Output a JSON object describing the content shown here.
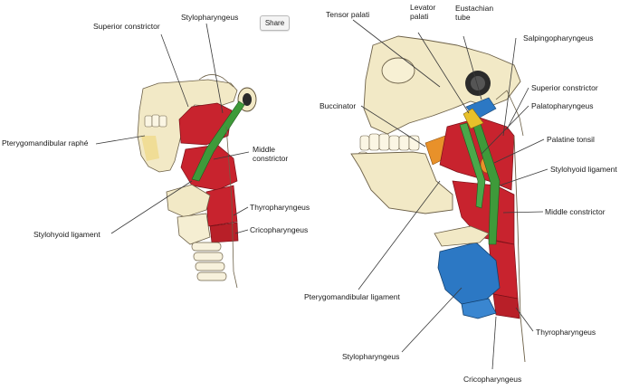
{
  "share_button": {
    "label": "Share"
  },
  "left_figure": {
    "labels": {
      "superior_constrictor": "Superior constrictor",
      "stylopharyngeus": "Stylopharyngeus",
      "pterygomandibular_raphe": "Pterygomandibular raphé",
      "middle_constrictor_line1": "Middle",
      "middle_constrictor_line2": "constrictor",
      "stylohyoid_ligament": "Stylohyoid ligament",
      "thyropharyngeus": "Thyropharyngeus",
      "cricopharyngeus": "Cricopharyngeus"
    }
  },
  "right_figure": {
    "labels": {
      "tensor_palati": "Tensor palati",
      "levator_palati_line1": "Levator",
      "levator_palati_line2": "palati",
      "eustachian_tube_line1": "Eustachian",
      "eustachian_tube_line2": "tube",
      "salpingopharyngeus": "Salpingopharyngeus",
      "buccinator": "Buccinator",
      "superior_constrictor": "Superior constrictor",
      "palatopharyngeus": "Palatopharyngeus",
      "palatine_tonsil": "Palatine tonsil",
      "stylohyoid_ligament": "Stylohyoid ligament",
      "middle_constrictor": "Middle constrictor",
      "pterygomandibular_ligament": "Pterygomandibular ligament",
      "stylopharyngeus": "Stylopharyngeus",
      "thyropharyngeus": "Thyropharyngeus",
      "cricopharyngeus": "Cricopharyngeus"
    }
  },
  "colors": {
    "bone": "#f2e9c6",
    "muscle_red": "#c8232e",
    "muscle_green": "#3e9a3a",
    "cartilage_blue": "#2c78c4",
    "tonsil_orange": "#e8912a",
    "fat_yellow": "#e9d27a"
  }
}
